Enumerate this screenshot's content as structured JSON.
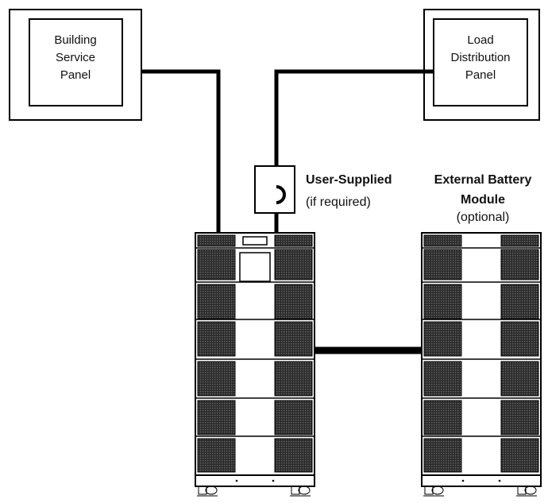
{
  "diagram": {
    "building_panel": {
      "lines": [
        "Building",
        "Service",
        "Panel"
      ]
    },
    "load_panel": {
      "lines": [
        "Load",
        "Distribution",
        "Panel"
      ]
    },
    "user_supplied": {
      "title": "User-Supplied",
      "note": "(if required)"
    },
    "external_battery": {
      "title_line1": "External Battery",
      "title_line2": "Module",
      "note": "(optional)"
    }
  }
}
